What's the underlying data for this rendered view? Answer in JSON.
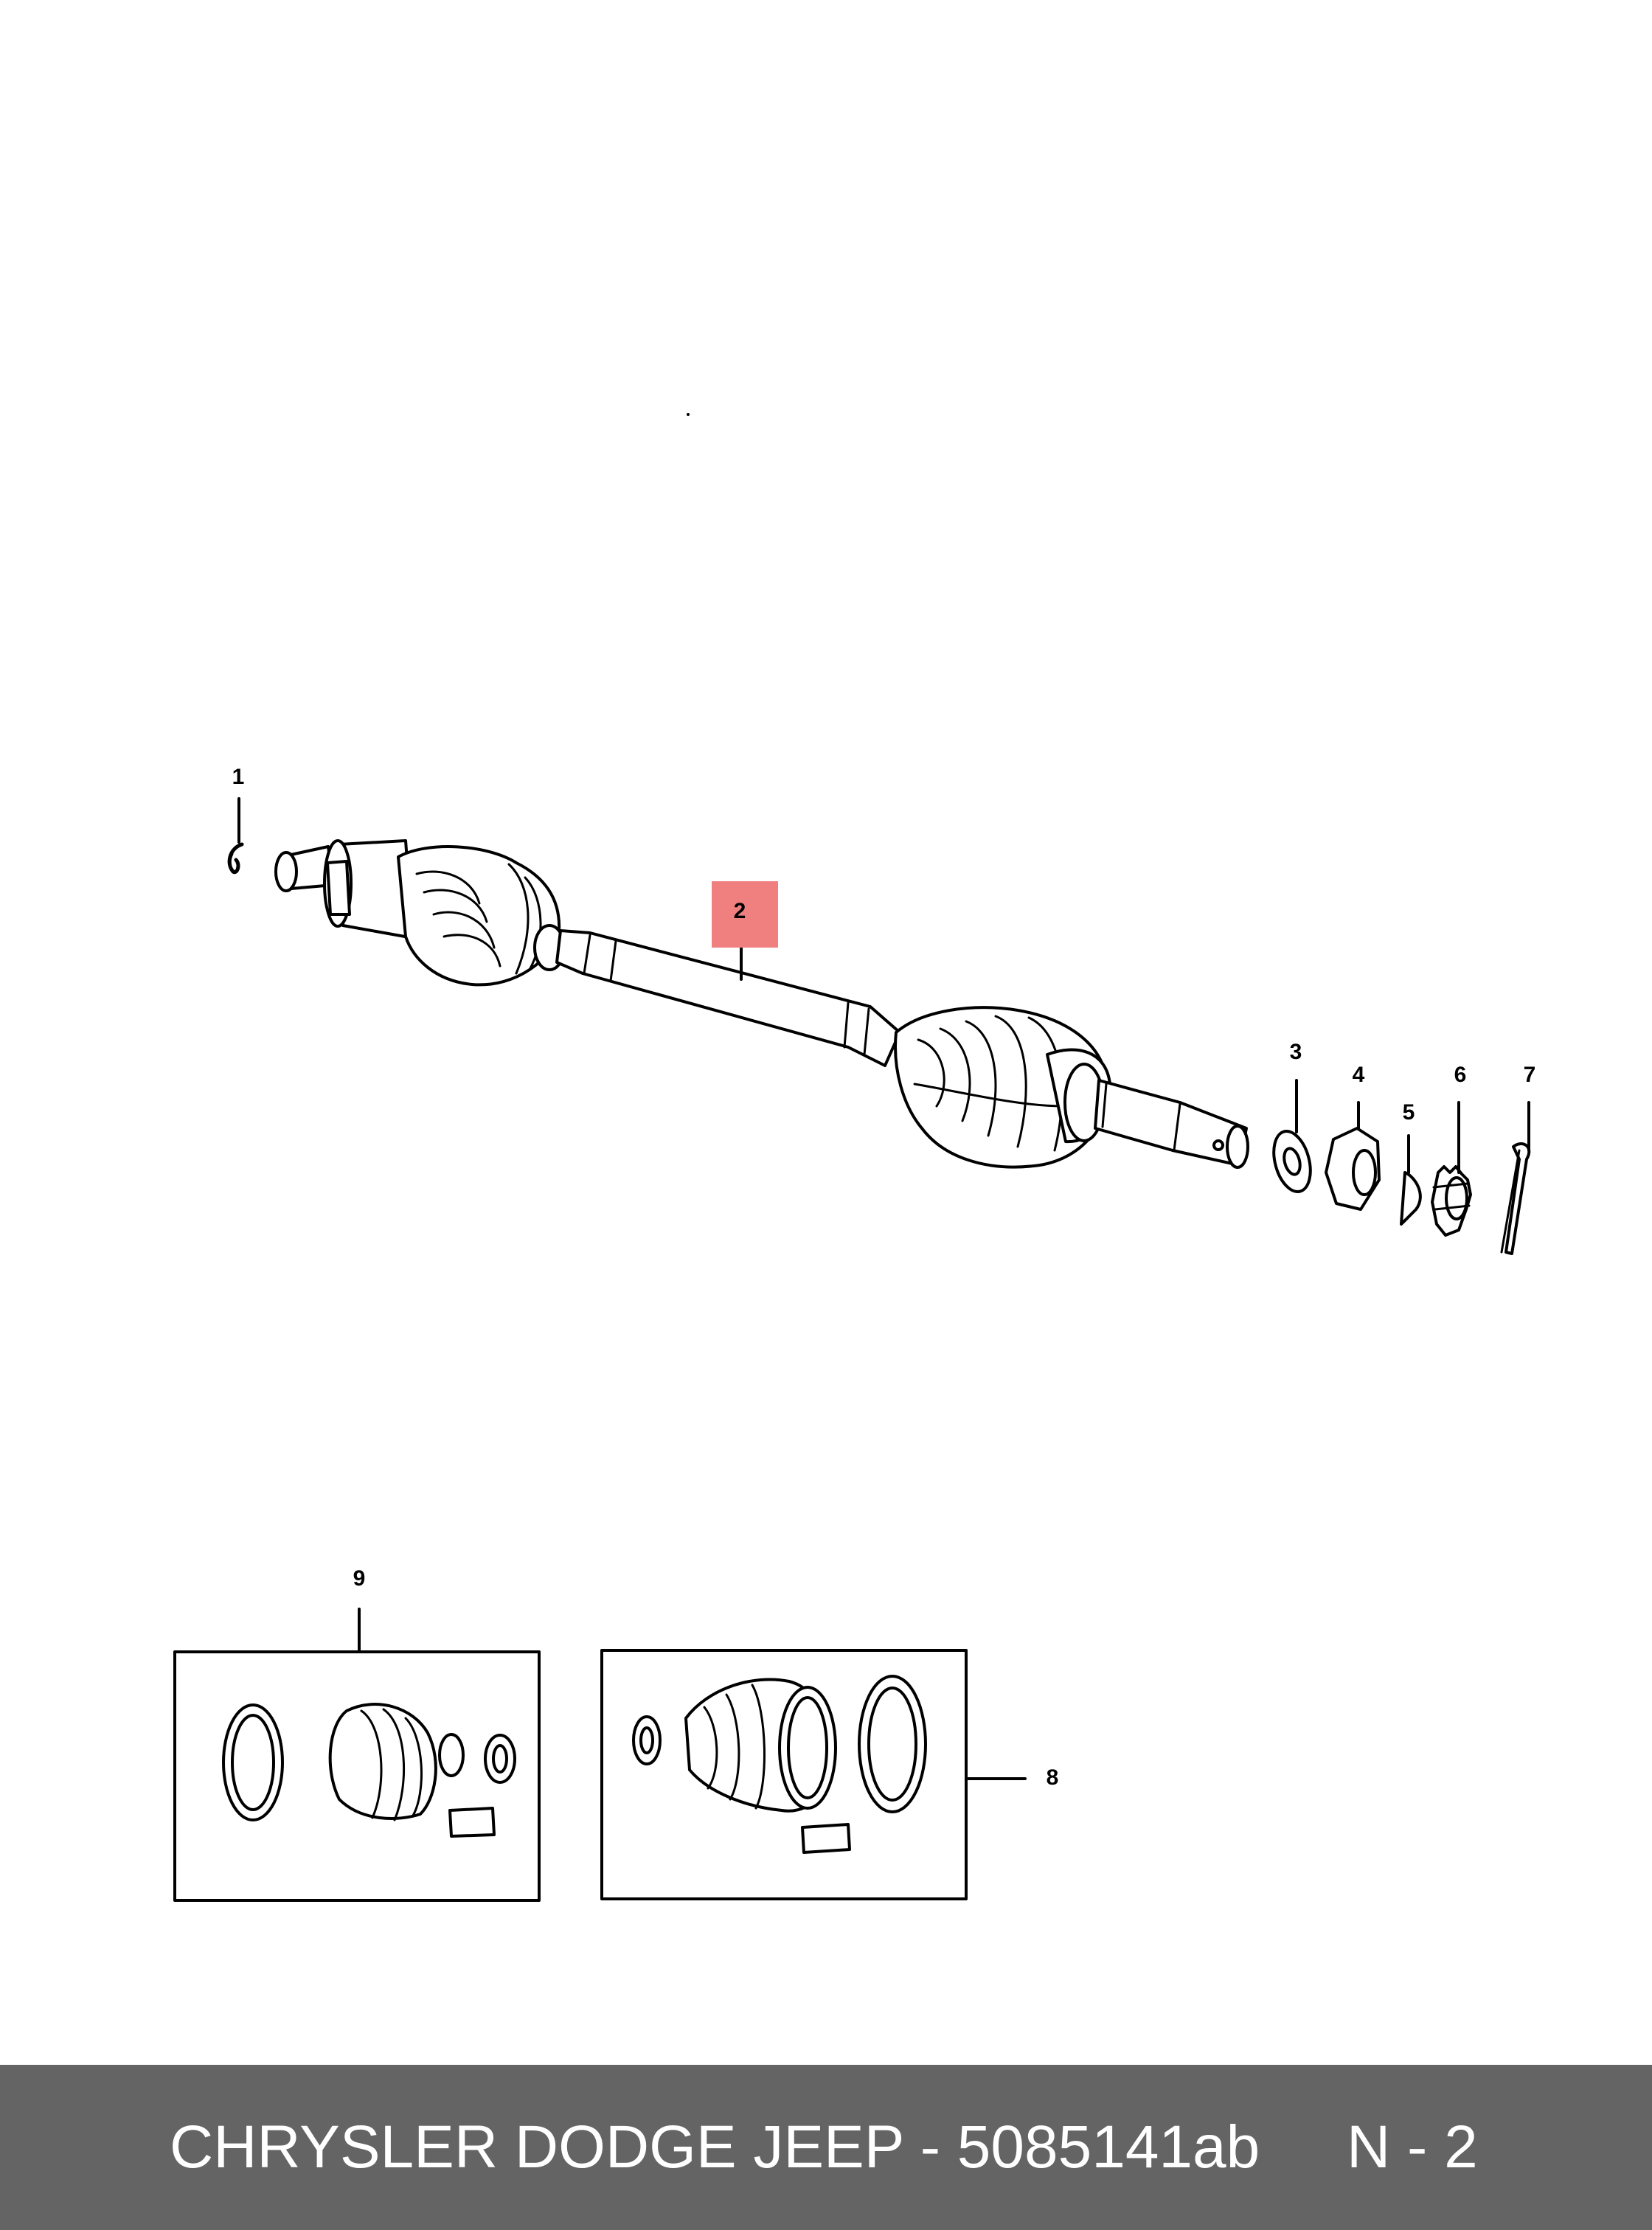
{
  "diagram": {
    "callouts": [
      {
        "id": "1",
        "label": "1"
      },
      {
        "id": "2",
        "label": "2",
        "highlighted": true
      },
      {
        "id": "3",
        "label": "3"
      },
      {
        "id": "4",
        "label": "4"
      },
      {
        "id": "5",
        "label": "5"
      },
      {
        "id": "6",
        "label": "6"
      },
      {
        "id": "7",
        "label": "7"
      },
      {
        "id": "8",
        "label": "8"
      },
      {
        "id": "9",
        "label": "9"
      }
    ],
    "highlight_color": "#f08080"
  },
  "footer": {
    "text": "CHRYSLER DODGE JEEP - 5085141ab",
    "page": "N - 2",
    "background": "#646464"
  }
}
